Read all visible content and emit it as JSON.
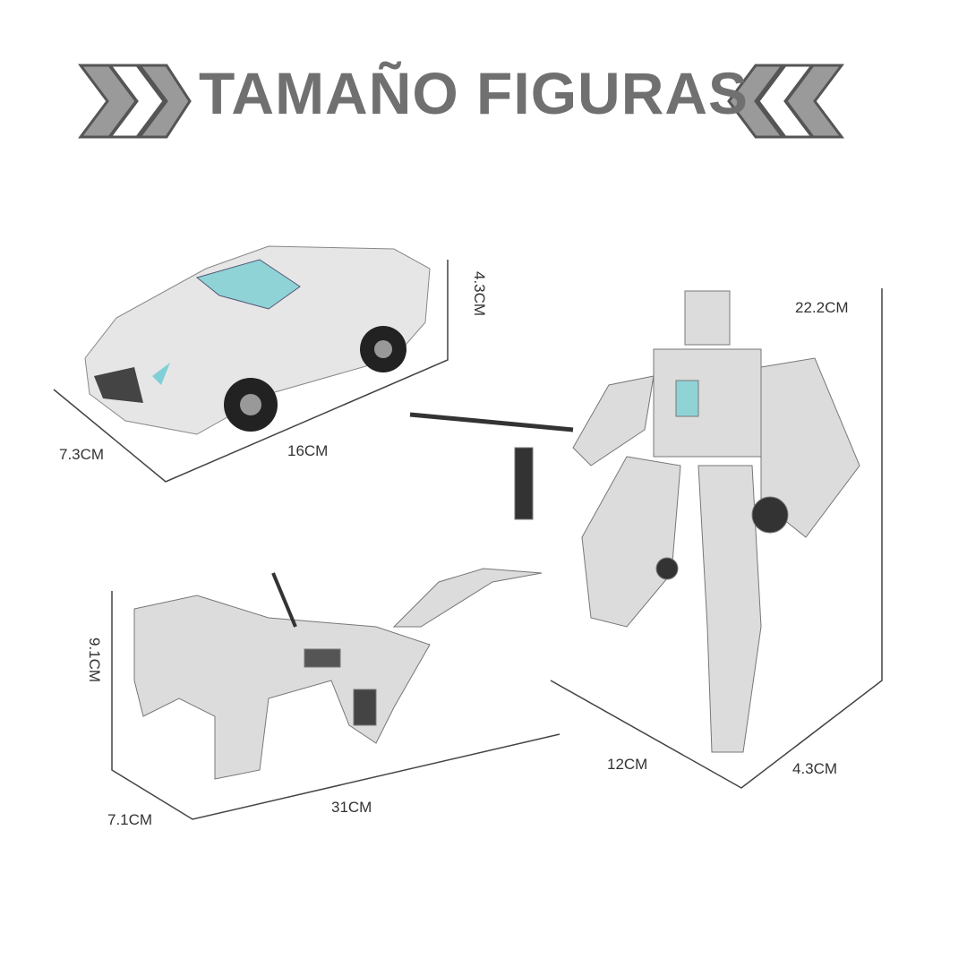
{
  "header": {
    "title": "TAMAÑO FIGURAS",
    "left_icon": "chevrons-right-icon",
    "right_icon": "chevrons-left-icon",
    "accent_color": "#707070"
  },
  "car": {
    "height": "4.3CM",
    "width": "7.3CM",
    "length": "16CM"
  },
  "robot": {
    "height": "22.2CM",
    "width": "12CM",
    "depth": "4.3CM"
  },
  "dino": {
    "height": "9.1CM",
    "width": "7.1CM",
    "length": "31CM"
  }
}
